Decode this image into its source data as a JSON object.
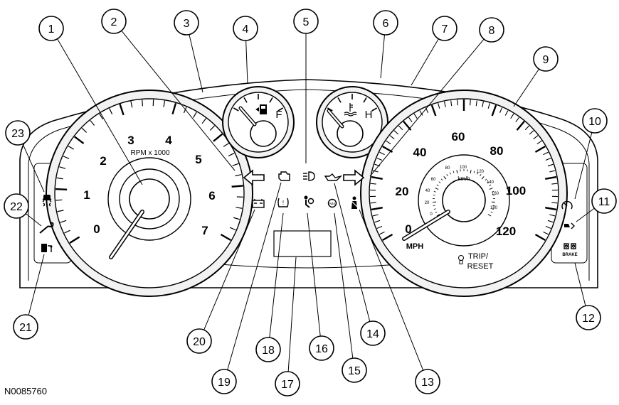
{
  "figure_code": "N0085760",
  "tachometer": {
    "ticks": [
      "0",
      "1",
      "2",
      "3",
      "4",
      "5",
      "6",
      "7"
    ],
    "label": "RPM x 1000"
  },
  "speedometer": {
    "mph_ticks": [
      "0",
      "20",
      "40",
      "60",
      "80",
      "100",
      "120"
    ],
    "kmh_ticks": [
      "0",
      "20",
      "40",
      "60",
      "80",
      "100",
      "120",
      "140",
      "160",
      "180"
    ],
    "mph_label": "MPH",
    "kmh_label": "km/h",
    "trip_label_1": "TRIP/",
    "trip_label_2": "RESET"
  },
  "fuel_gauge": {
    "full_label": "F"
  },
  "temp_gauge": {
    "hot_label": "H"
  },
  "brake_label": "BRAKE",
  "callouts": [
    "1",
    "2",
    "3",
    "4",
    "5",
    "6",
    "7",
    "8",
    "9",
    "10",
    "11",
    "12",
    "13",
    "14",
    "15",
    "16",
    "17",
    "18",
    "19",
    "20",
    "21",
    "22",
    "23"
  ],
  "colors": {
    "line": "#000000",
    "background": "#ffffff",
    "bezel_fill": "#f2f2f2"
  }
}
